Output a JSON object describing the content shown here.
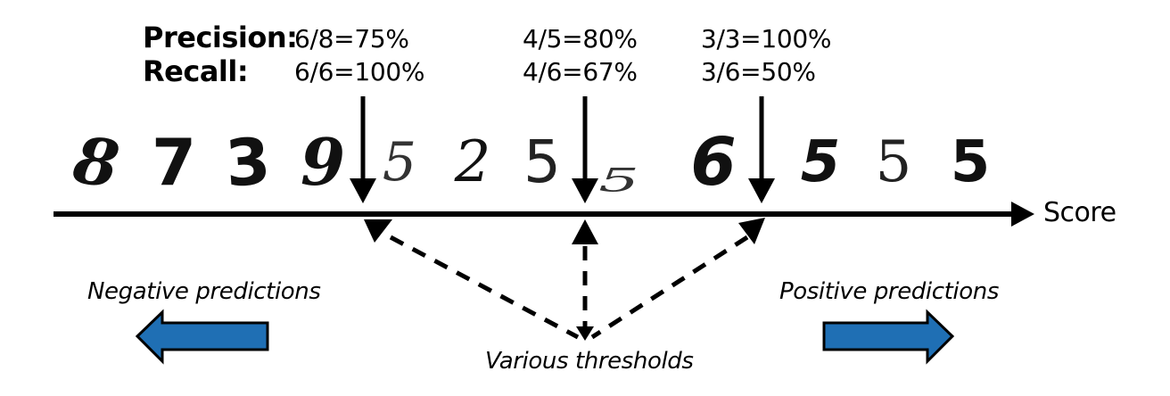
{
  "labels": {
    "precision": "Precision:",
    "recall": "Recall:",
    "score": "Score",
    "negative": "Negative predictions",
    "positive": "Positive predictions",
    "thresholds": "Various thresholds"
  },
  "thresholds": [
    {
      "precision": "6/8=75%",
      "recall": "6/6=100%"
    },
    {
      "precision": "4/5=80%",
      "recall": "4/6=67%"
    },
    {
      "precision": "3/3=100%",
      "recall": "3/6=50%"
    }
  ],
  "digits": [
    "8",
    "7",
    "3",
    "9",
    "5",
    "2",
    "5",
    "5",
    "6",
    "5",
    "5",
    "5"
  ],
  "colors": {
    "arrow_fill": "#1f6fb4",
    "arrow_stroke": "#000000",
    "ink": "#000000"
  },
  "icons": {
    "left_arrow": "left-block-arrow-icon",
    "right_arrow": "right-block-arrow-icon"
  }
}
